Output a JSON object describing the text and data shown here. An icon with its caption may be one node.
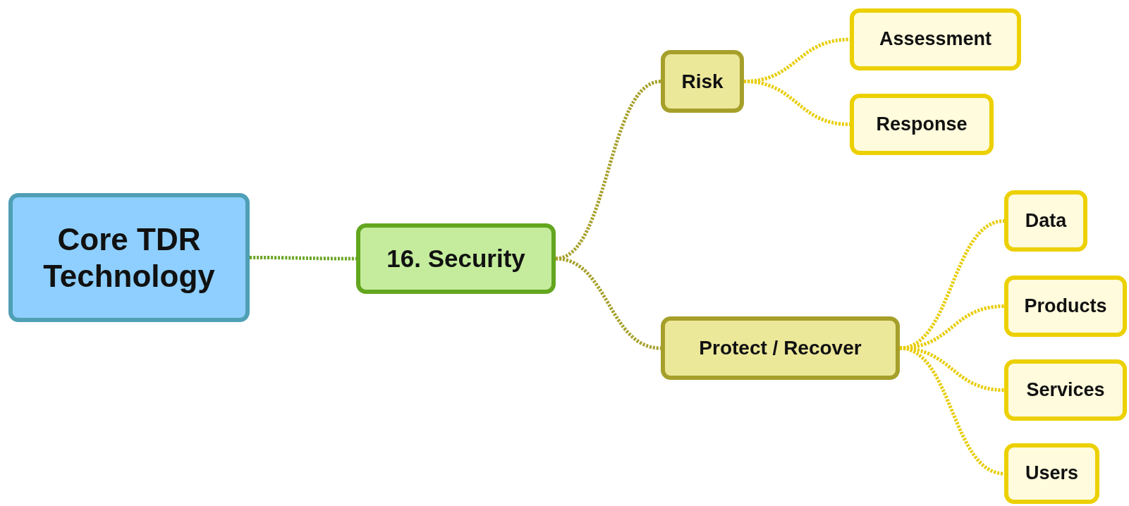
{
  "diagram": {
    "nodes": [
      {
        "text": [
          "Core TDR Technology"
        ]
      },
      {
        "text": [
          "16. Security"
        ]
      },
      {
        "text": [
          "Risk"
        ]
      },
      {
        "text": [
          "Assessment"
        ]
      },
      {
        "text": [
          "Response"
        ]
      },
      {
        "text": [
          "Protect / Recover"
        ]
      },
      {
        "text": [
          "Data"
        ]
      },
      {
        "text": [
          "Products"
        ]
      },
      {
        "text": [
          "Services"
        ]
      },
      {
        "text": [
          "Users"
        ]
      }
    ],
    "edges": [
      {
        "from": 0,
        "to": 1,
        "arrow": "none",
        "color": "#6aa624"
      },
      {
        "from": 1,
        "to": 2,
        "arrow": "none",
        "color": "#a6a02a"
      },
      {
        "from": 1,
        "to": 5,
        "arrow": "none",
        "color": "#a6a02a"
      },
      {
        "from": 2,
        "to": 3,
        "arrow": "none"
      },
      {
        "from": 2,
        "to": 4,
        "arrow": "none"
      },
      {
        "from": 5,
        "to": 6,
        "arrow": "none"
      },
      {
        "from": 5,
        "to": 7,
        "arrow": "none"
      },
      {
        "from": 5,
        "to": 8,
        "arrow": "none"
      },
      {
        "from": 5,
        "to": 9,
        "arrow": "none"
      }
    ]
  }
}
